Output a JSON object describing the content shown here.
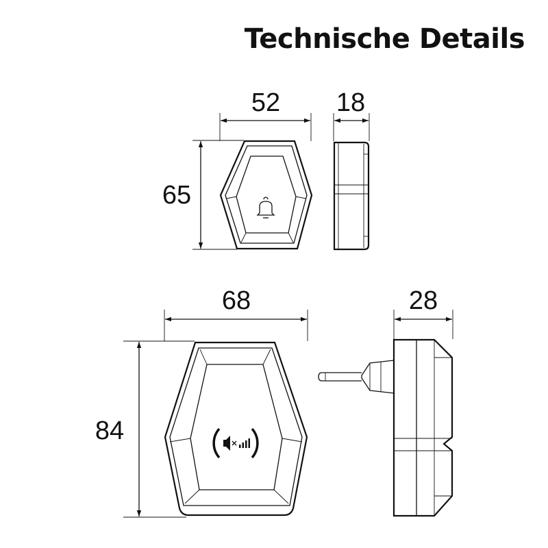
{
  "title": "Technische Details",
  "dimensions": {
    "button_width": "52",
    "button_depth": "18",
    "button_height": "65",
    "receiver_width": "68",
    "receiver_depth": "28",
    "receiver_height": "84"
  },
  "icons": {
    "button_face": "bell-icon",
    "receiver_face": "volume-mute-icon"
  },
  "colors": {
    "line": "#111111",
    "background": "#ffffff"
  }
}
